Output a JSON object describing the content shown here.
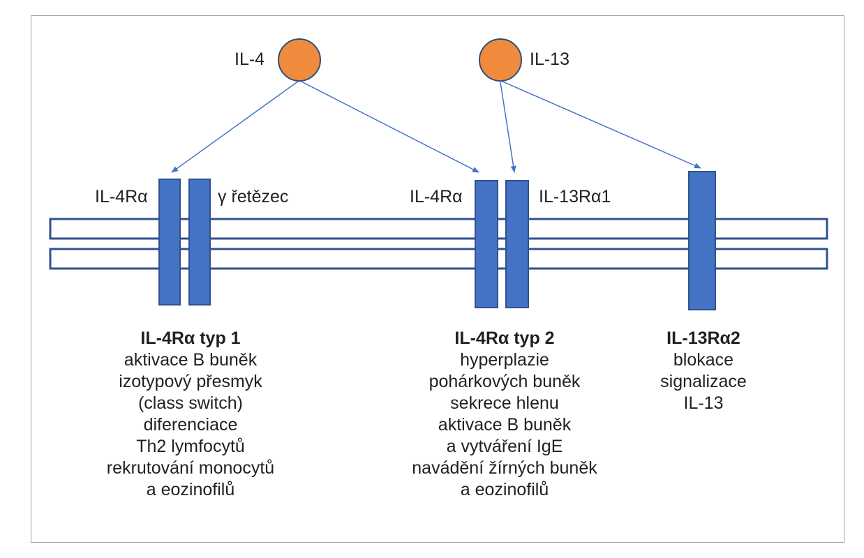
{
  "ligands": {
    "il4": "IL-4",
    "il13": "IL-13"
  },
  "receptor_labels": {
    "type1_alpha": "IL-4Rα",
    "type1_gamma": "γ řetězec",
    "type2_alpha": "IL-4Rα",
    "type2_il13ra1": "IL-13Rα1"
  },
  "blocks": {
    "type1": {
      "title": "IL-4Rα typ 1",
      "lines": [
        "aktivace B buněk",
        "izotypový přesmyk",
        "(class switch)",
        "diferenciace",
        "Th2 lymfocytů",
        "rekrutování monocytů",
        "a eozinofilů"
      ]
    },
    "type2": {
      "title": "IL-4Rα typ 2",
      "lines": [
        "hyperplazie",
        "pohárkových buněk",
        "sekrece hlenu",
        "aktivace B buněk",
        "a vytváření IgE",
        "navádění žírných buněk",
        "a eozinofilů"
      ]
    },
    "decoy": {
      "title": "IL-13Rα2",
      "lines": [
        "blokace",
        "signalizace",
        "IL-13"
      ]
    }
  },
  "colors": {
    "ligand_fill": "#f08a3c",
    "receptor_fill": "#4472c4",
    "receptor_stroke": "#2f528f",
    "arrow": "#4472c4",
    "membrane_stroke": "#2f528f",
    "frame": "#9c9c9c"
  }
}
